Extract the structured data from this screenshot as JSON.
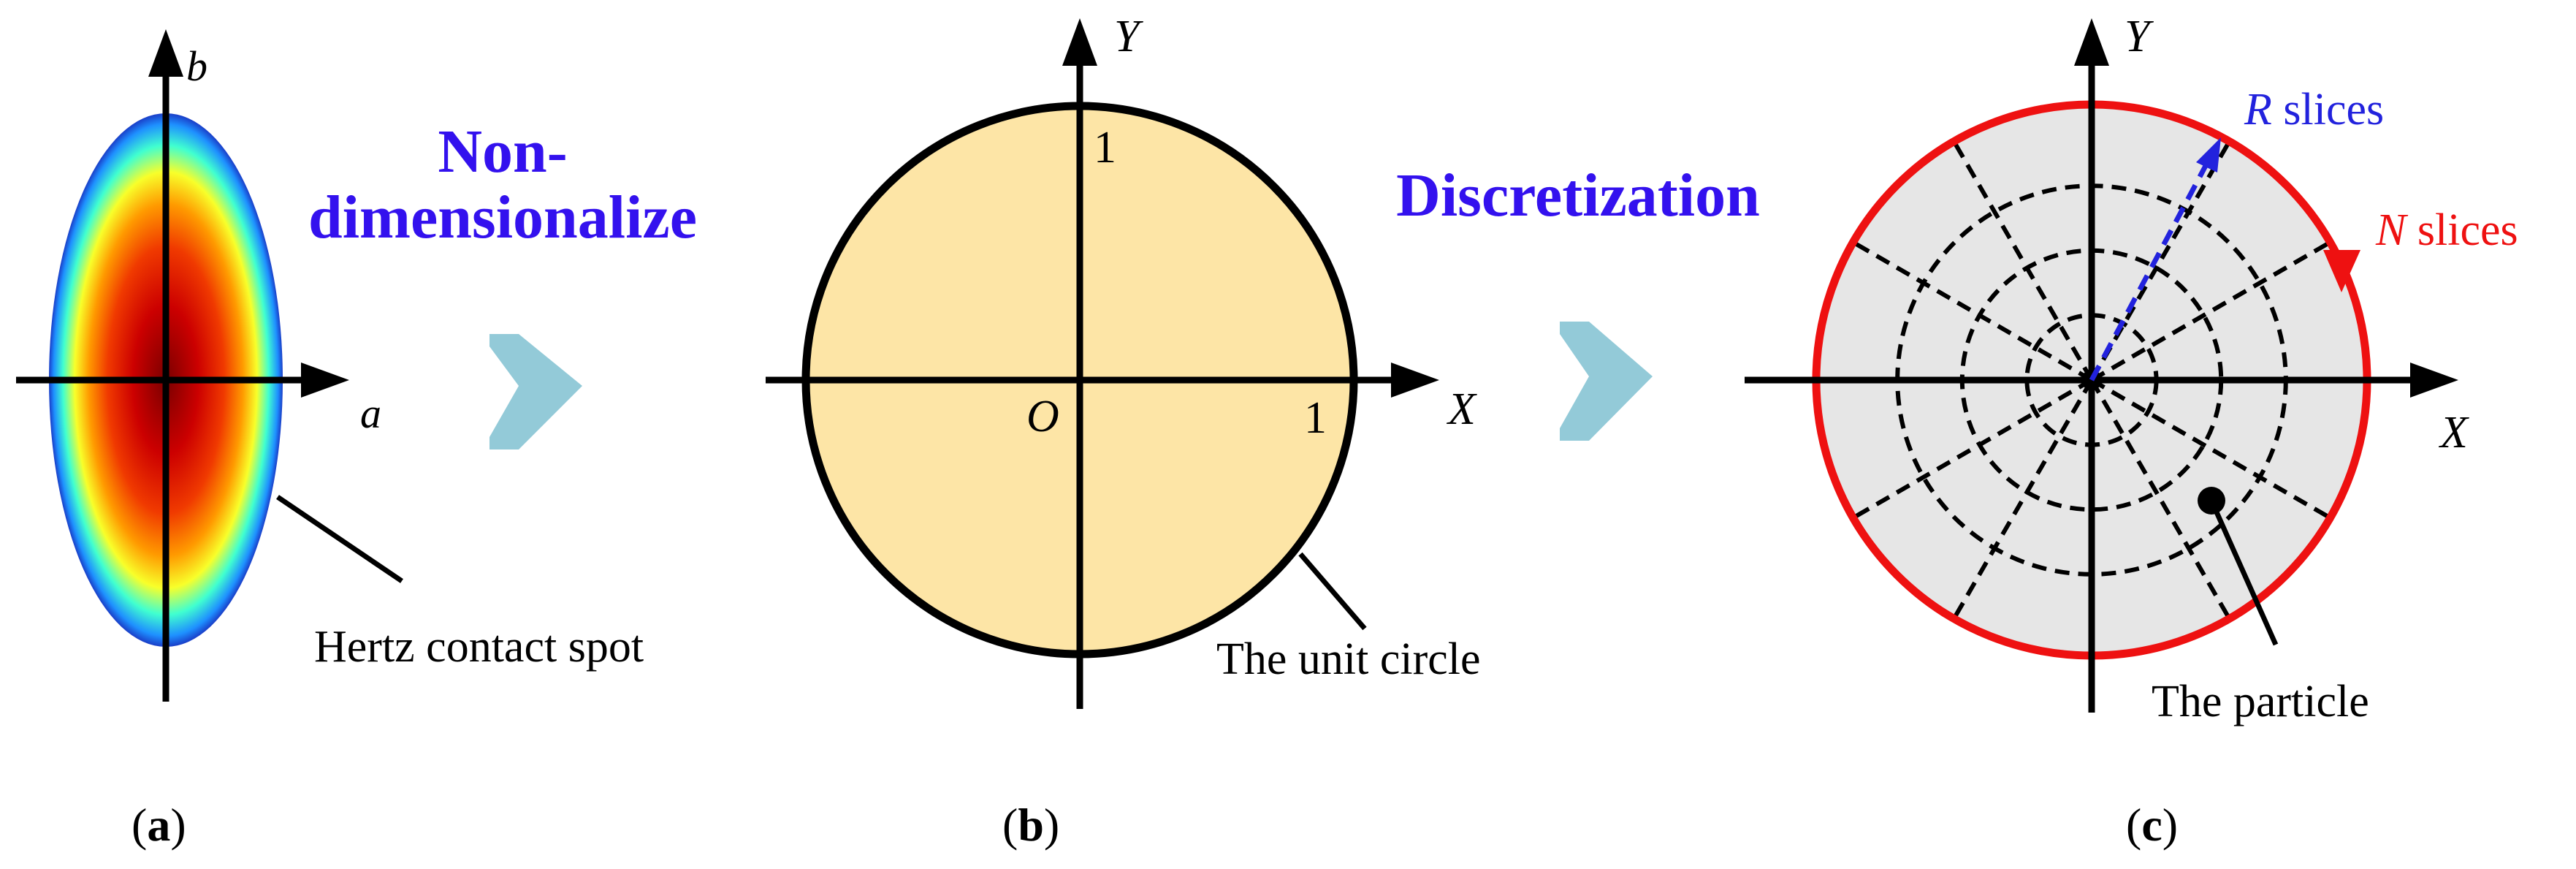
{
  "panel_a": {
    "axis_b_label": "b",
    "axis_a_label": "a",
    "annotation": "Hertz contact spot",
    "caption_letter": "a"
  },
  "step1": {
    "line1": "Non-",
    "line2": "dimensionalize",
    "color": "#3311ee",
    "arrow_color": "#93cad8"
  },
  "panel_b": {
    "y_label": "Y",
    "x_label": "X",
    "origin_label": "O",
    "tick_y": "1",
    "tick_x": "1",
    "annotation": "The unit circle",
    "fill_color": "#fde5a6",
    "caption_letter": "b"
  },
  "step2": {
    "label": "Discretization",
    "color": "#3311ee"
  },
  "panel_c": {
    "y_label": "Y",
    "x_label": "X",
    "r_label_italic": "R",
    "r_label_rest": " slices",
    "n_label_italic": "N",
    "n_label_rest": " slices",
    "annotation": "The particle",
    "fill_color": "#e6e6e6",
    "rim_color": "#ee1111",
    "r_arrow_color": "#2222dd",
    "caption_letter": "c"
  }
}
